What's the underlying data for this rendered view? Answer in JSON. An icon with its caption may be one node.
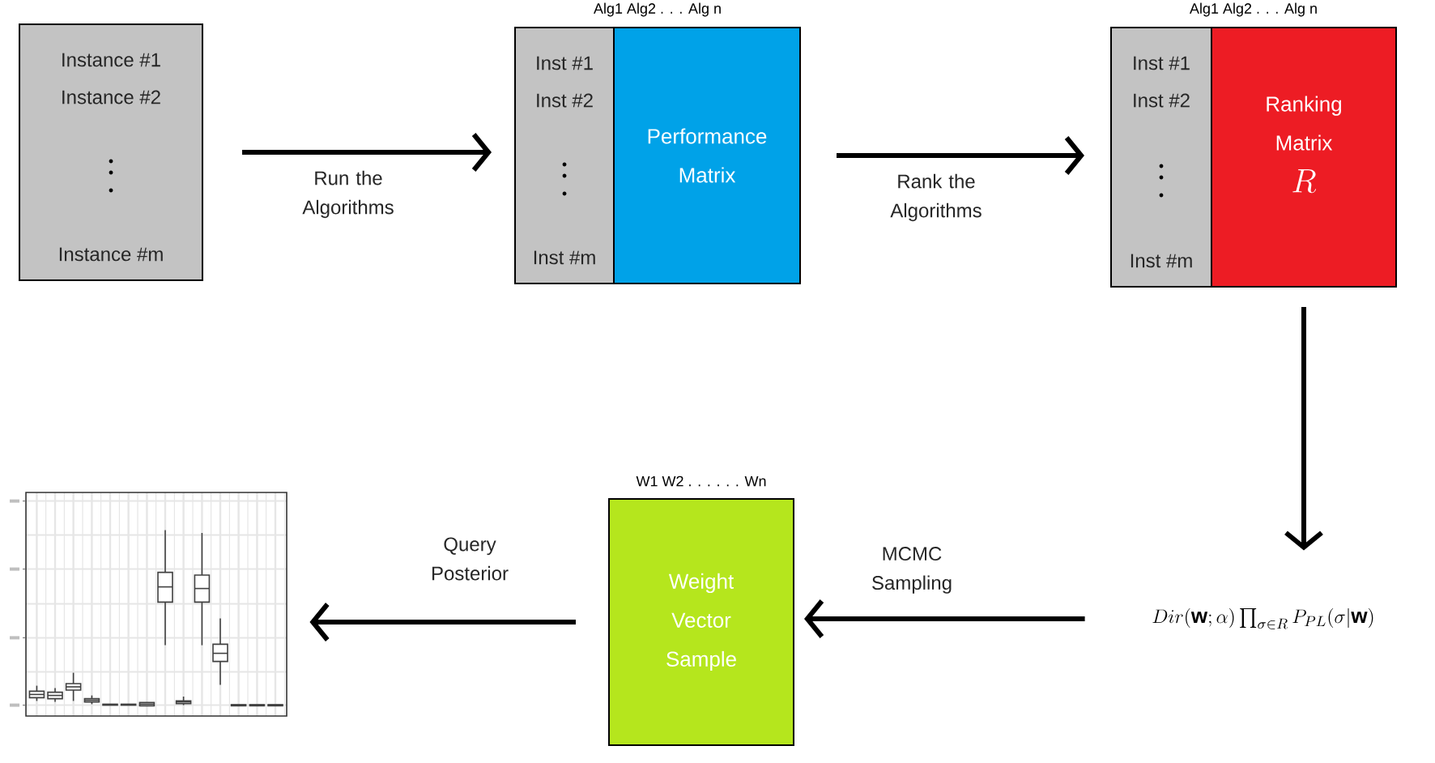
{
  "diagram": {
    "nodes": [
      {
        "text": [
          "Instance #1",
          "Instance #2",
          "Instance #m"
        ]
      },
      {
        "text": [
          "Inst #1",
          "Inst #2",
          "Inst #m"
        ]
      },
      {
        "text": [
          "Performance Matrix"
        ],
        "beside": [
          "Alg1 Alg2 . . . Alg n"
        ]
      },
      {
        "text": [
          "Inst #1",
          "Inst #2",
          "Inst #m"
        ]
      },
      {
        "text": [
          "Ranking Matrix",
          "R"
        ],
        "beside": [
          "Alg1 Alg2 . . . Alg n"
        ]
      },
      {
        "text": [
          "Dir(\\mathbf{w};\\alpha)\\prod_{\\sigma\\in R} P_{PL}(\\sigma|\\mathbf{w})"
        ]
      },
      {
        "text": [
          "Weight Vector Sample"
        ],
        "beside": [
          "W1 W2 . . . . . . Wn"
        ]
      },
      {
        "text": [],
        "shape": "picture"
      }
    ],
    "edges": [
      {
        "from": 0,
        "to": 1,
        "arrow": "to",
        "label": "Run the Algorithms"
      },
      {
        "from": 2,
        "to": 3,
        "arrow": "to",
        "label": "Rank the Algorithms"
      },
      {
        "from": 4,
        "to": 5,
        "arrow": "to"
      },
      {
        "from": 5,
        "to": 6,
        "arrow": "to",
        "label": "MCMC Sampling"
      },
      {
        "from": 6,
        "to": 7,
        "arrow": "to",
        "label": "Query Posterior"
      }
    ]
  }
}
